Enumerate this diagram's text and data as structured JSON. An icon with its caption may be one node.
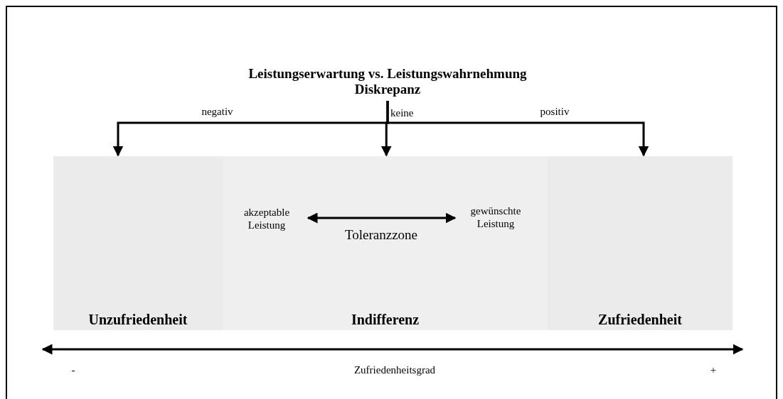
{
  "diagram": {
    "nodes": [
      {
        "text": [
          "Leistungserwartung vs. Leistungswahrnehmung",
          "Diskrepanz"
        ]
      },
      {
        "text": [
          "Unzufriedenheit"
        ]
      },
      {
        "text": [
          "Indifferenz"
        ]
      },
      {
        "text": [
          "Zufriedenheit"
        ]
      },
      {
        "text": [
          "akzeptable Leistung"
        ],
        "in": 2
      },
      {
        "text": [
          "gewünschte Leistung"
        ],
        "in": 2
      }
    ],
    "edges": [
      {
        "from": 0,
        "to": 1,
        "arrow": "to",
        "label": "negativ"
      },
      {
        "from": 0,
        "to": 2,
        "arrow": "to",
        "label": "keine"
      },
      {
        "from": 0,
        "to": 3,
        "arrow": "to",
        "label": "positiv"
      },
      {
        "from": 4,
        "to": 5,
        "arrow": "both",
        "label": "Toleranzzone"
      }
    ],
    "labels": [
      "-",
      "Zufriedenheitsgrad",
      "+"
    ]
  }
}
